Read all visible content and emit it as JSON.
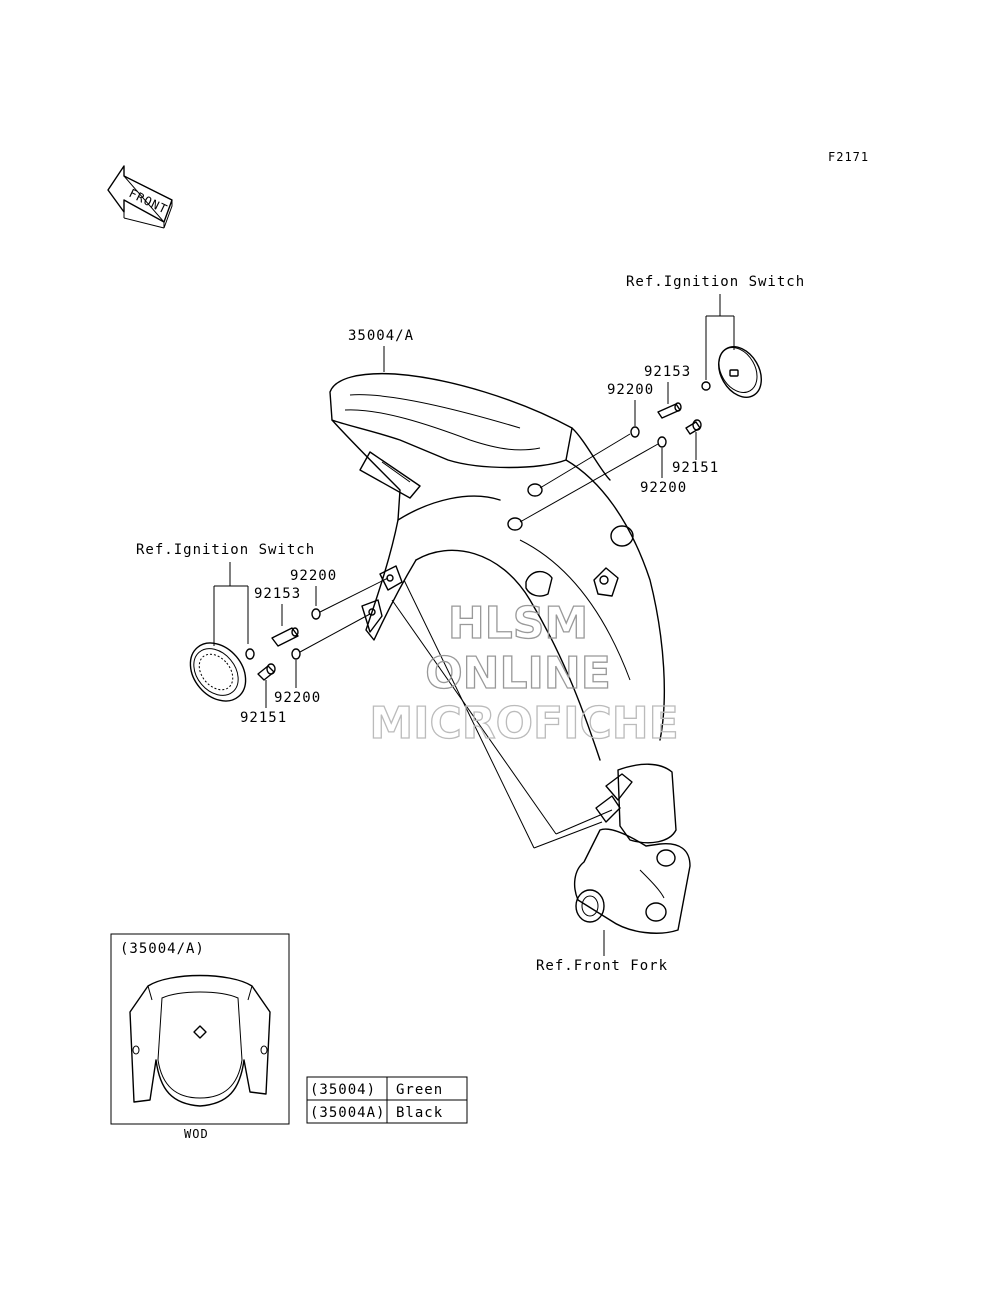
{
  "figure_code": "F2171",
  "front_arrow_label": "FRONT",
  "watermark": {
    "line1": "HLSM",
    "line2": "ONLINE",
    "line3": "MICROFICHE",
    "color": "#999999"
  },
  "labels": {
    "fender": "35004/A",
    "ref_ignition_right": "Ref.Ignition Switch",
    "ref_ignition_left": "Ref.Ignition Switch",
    "ref_front_fork": "Ref.Front Fork",
    "r_92153": "92153",
    "r_92200_top": "92200",
    "r_92151": "92151",
    "r_92200_bottom": "92200",
    "l_92200_top": "92200",
    "l_92153": "92153",
    "l_92200_bottom": "92200",
    "l_92151": "92151"
  },
  "inset": {
    "title": "(35004/A)",
    "caption": "WOD"
  },
  "color_table": {
    "rows": [
      {
        "part": "(35004)",
        "color": "Green"
      },
      {
        "part": "(35004A)",
        "color": "Black"
      }
    ]
  }
}
